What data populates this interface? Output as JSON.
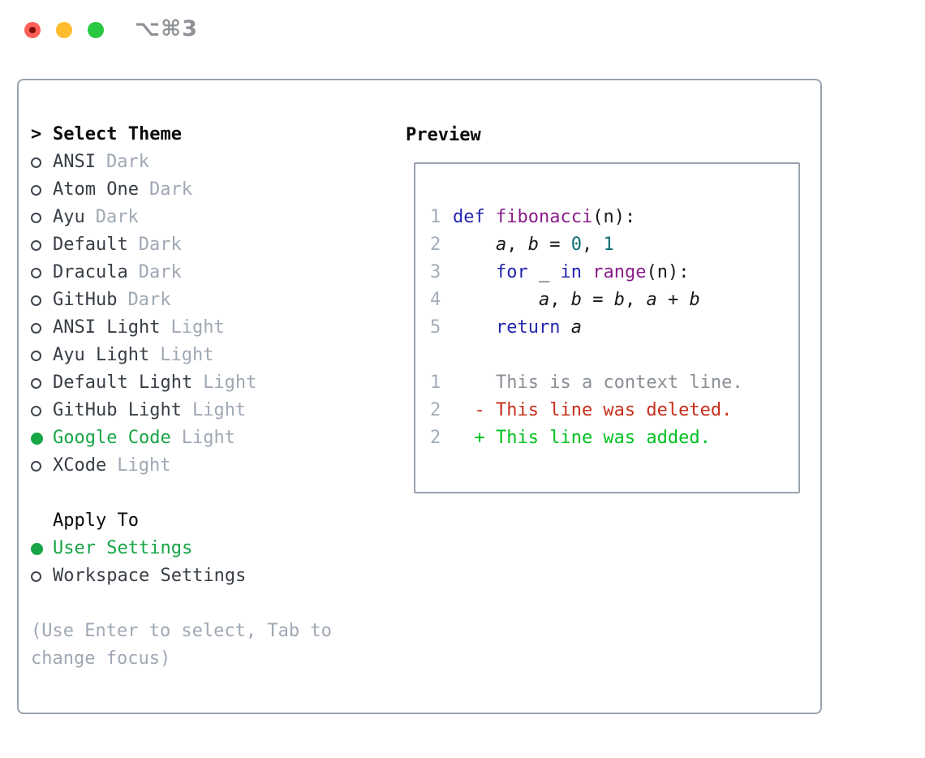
{
  "titlebar": {
    "shortcut": "⌥⌘3"
  },
  "theme_panel": {
    "marker": ">",
    "title": "Select Theme",
    "themes": [
      {
        "name": "ANSI",
        "variant": "Dark",
        "selected": false
      },
      {
        "name": "Atom One",
        "variant": "Dark",
        "selected": false
      },
      {
        "name": "Ayu",
        "variant": "Dark",
        "selected": false
      },
      {
        "name": "Default",
        "variant": "Dark",
        "selected": false
      },
      {
        "name": "Dracula",
        "variant": "Dark",
        "selected": false
      },
      {
        "name": "GitHub",
        "variant": "Dark",
        "selected": false
      },
      {
        "name": "ANSI Light",
        "variant": "Light",
        "selected": false
      },
      {
        "name": "Ayu Light",
        "variant": "Light",
        "selected": false
      },
      {
        "name": "Default Light",
        "variant": "Light",
        "selected": false
      },
      {
        "name": "GitHub Light",
        "variant": "Light",
        "selected": false
      },
      {
        "name": "Google Code",
        "variant": "Light",
        "selected": true
      },
      {
        "name": "XCode",
        "variant": "Light",
        "selected": false
      }
    ],
    "apply_to": {
      "title": "Apply To",
      "options": [
        {
          "label": "User Settings",
          "selected": true
        },
        {
          "label": "Workspace Settings",
          "selected": false
        }
      ]
    },
    "hint_lines": [
      "(Use Enter to select, Tab to",
      "change focus)"
    ]
  },
  "preview": {
    "title": "Preview",
    "lines": [
      {
        "num": "1",
        "tokens": [
          {
            "t": "def",
            "c": "kw"
          },
          {
            "t": " ",
            "c": "pln"
          },
          {
            "t": "fibonacci",
            "c": "fn"
          },
          {
            "t": "(n):",
            "c": "pln"
          }
        ]
      },
      {
        "num": "2",
        "tokens": [
          {
            "t": "    ",
            "c": "pln"
          },
          {
            "t": "a",
            "c": "var"
          },
          {
            "t": ", ",
            "c": "pln"
          },
          {
            "t": "b",
            "c": "var"
          },
          {
            "t": " = ",
            "c": "pln"
          },
          {
            "t": "0",
            "c": "lit"
          },
          {
            "t": ", ",
            "c": "pln"
          },
          {
            "t": "1",
            "c": "lit"
          }
        ]
      },
      {
        "num": "3",
        "tokens": [
          {
            "t": "    ",
            "c": "pln"
          },
          {
            "t": "for",
            "c": "kw"
          },
          {
            "t": " _ ",
            "c": "pln"
          },
          {
            "t": "in",
            "c": "kw"
          },
          {
            "t": " ",
            "c": "pln"
          },
          {
            "t": "range",
            "c": "fn"
          },
          {
            "t": "(n):",
            "c": "pln"
          }
        ]
      },
      {
        "num": "4",
        "tokens": [
          {
            "t": "        ",
            "c": "pln"
          },
          {
            "t": "a",
            "c": "var"
          },
          {
            "t": ", ",
            "c": "pln"
          },
          {
            "t": "b",
            "c": "var"
          },
          {
            "t": " = ",
            "c": "pln"
          },
          {
            "t": "b",
            "c": "var"
          },
          {
            "t": ", ",
            "c": "pln"
          },
          {
            "t": "a",
            "c": "var"
          },
          {
            "t": " + ",
            "c": "pln"
          },
          {
            "t": "b",
            "c": "var"
          }
        ]
      },
      {
        "num": "5",
        "tokens": [
          {
            "t": "    ",
            "c": "pln"
          },
          {
            "t": "return",
            "c": "kw"
          },
          {
            "t": " ",
            "c": "pln"
          },
          {
            "t": "a",
            "c": "var"
          }
        ]
      },
      {
        "num": "",
        "tokens": []
      },
      {
        "num": "1",
        "tokens": [
          {
            "t": "    This is a context line.",
            "c": "ctx"
          }
        ]
      },
      {
        "num": "2",
        "tokens": [
          {
            "t": "  - This line was deleted.",
            "c": "del"
          }
        ]
      },
      {
        "num": "2",
        "tokens": [
          {
            "t": "  + This line was added.",
            "c": "add"
          }
        ]
      }
    ]
  },
  "colors": {
    "kw": "#2326ad",
    "fn": "#8a1d8a",
    "lit": "#0d6e6e",
    "pln": "#16181c",
    "ln": "#a4adb9",
    "ctx": "#8a8f96",
    "del": "#c62f1b",
    "add": "#00c120",
    "selected": "#17a546",
    "item": "#383e46",
    "muted": "#9fa8b4",
    "border": "#9aa3ae",
    "heading": "#0a0a0a",
    "shortcut": "#8f9297",
    "light_red": "#ff5f57",
    "light_red_dot": "#7d0d06",
    "light_yellow": "#febc2e",
    "light_green": "#28c840"
  }
}
